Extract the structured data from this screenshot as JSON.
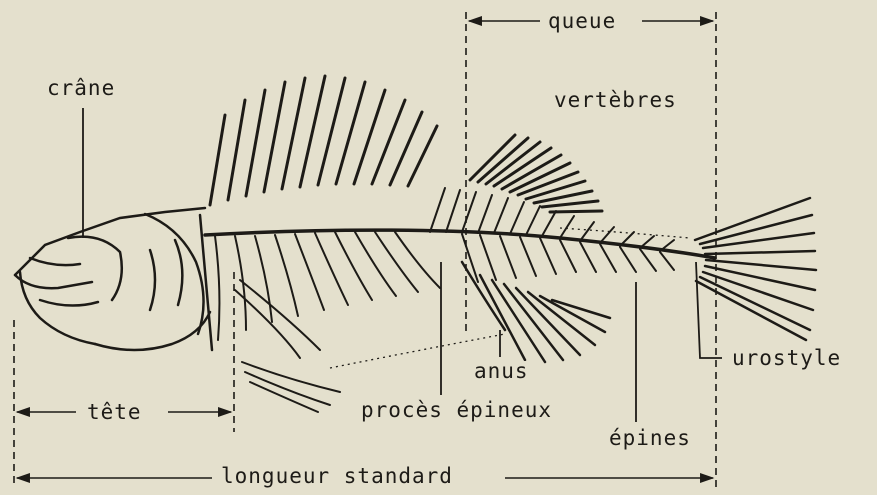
{
  "labels": {
    "skull": "crâne",
    "tail": "queue",
    "vertebrae": "vertèbres",
    "head": "tête",
    "anus": "anus",
    "spinous_process": "procès épineux",
    "urostyle": "urostyle",
    "spines": "épines",
    "standard_length": "longueur standard"
  }
}
